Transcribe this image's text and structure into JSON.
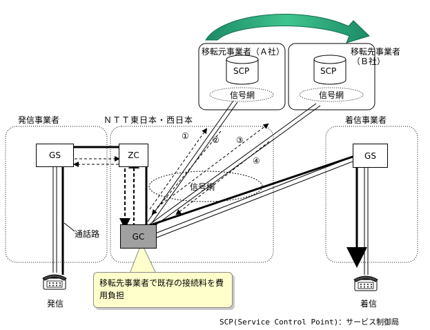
{
  "operators": {
    "origin_label": "発信事業者",
    "ntt_label": "ＮＴＴ東日本・西日本",
    "dest_label": "着信事業者",
    "moto_label": "移転元事業者（Ａ社）",
    "saki_label_line1": "移転先事業者",
    "saki_label_line2": "（Ｂ社）"
  },
  "nodes": {
    "gs_left": "GS",
    "zc": "ZC",
    "gc": "GC",
    "gs_right": "GS",
    "scp_a": "SCP",
    "scp_b": "SCP"
  },
  "networks": {
    "signal_a": "信号網",
    "signal_b": "信号網",
    "signal_center": "信号網"
  },
  "steps": [
    "①",
    "②",
    "③",
    "④"
  ],
  "path_label": "通話路",
  "phones": {
    "caller": "発信",
    "callee": "着信"
  },
  "callout_text": "移転先事業者で既存の接続料を費用負担",
  "footnote": "SCP(Service Control Point)：サービス制御局",
  "colors": {
    "arrow_green": "#1a9a6e",
    "gc_fill": "#a0a0a0",
    "callout_fill": "#ffffcc"
  }
}
